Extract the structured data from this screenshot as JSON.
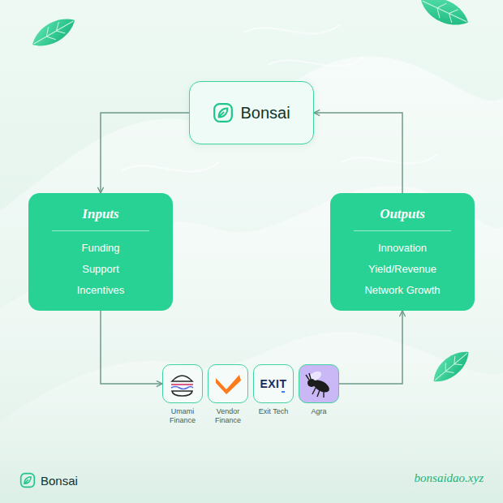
{
  "diagram": {
    "nodes": [
      {
        "text": [
          "Bonsai"
        ]
      },
      {
        "text": [
          "Inputs",
          "Funding",
          "Support",
          "Incentives"
        ]
      },
      {
        "text": [
          "Outputs",
          "Innovation",
          "Yield/Revenue",
          "Network Growth"
        ]
      },
      {
        "text": [
          "Umami Finance"
        ]
      },
      {
        "text": [
          "Vendor Finance"
        ]
      },
      {
        "text": [
          "EXIT",
          "Exit Tech"
        ]
      },
      {
        "text": [
          "Agra"
        ]
      }
    ],
    "edges": [
      {
        "from": 0,
        "to": 1,
        "arrow": "to"
      },
      {
        "from": 1,
        "to": 3,
        "arrow": "to"
      },
      {
        "from": 6,
        "to": 2,
        "arrow": "to"
      },
      {
        "from": 2,
        "to": 0,
        "arrow": "to"
      }
    ],
    "labels": [
      "Bonsai",
      "bonsaidao.xyz"
    ]
  }
}
